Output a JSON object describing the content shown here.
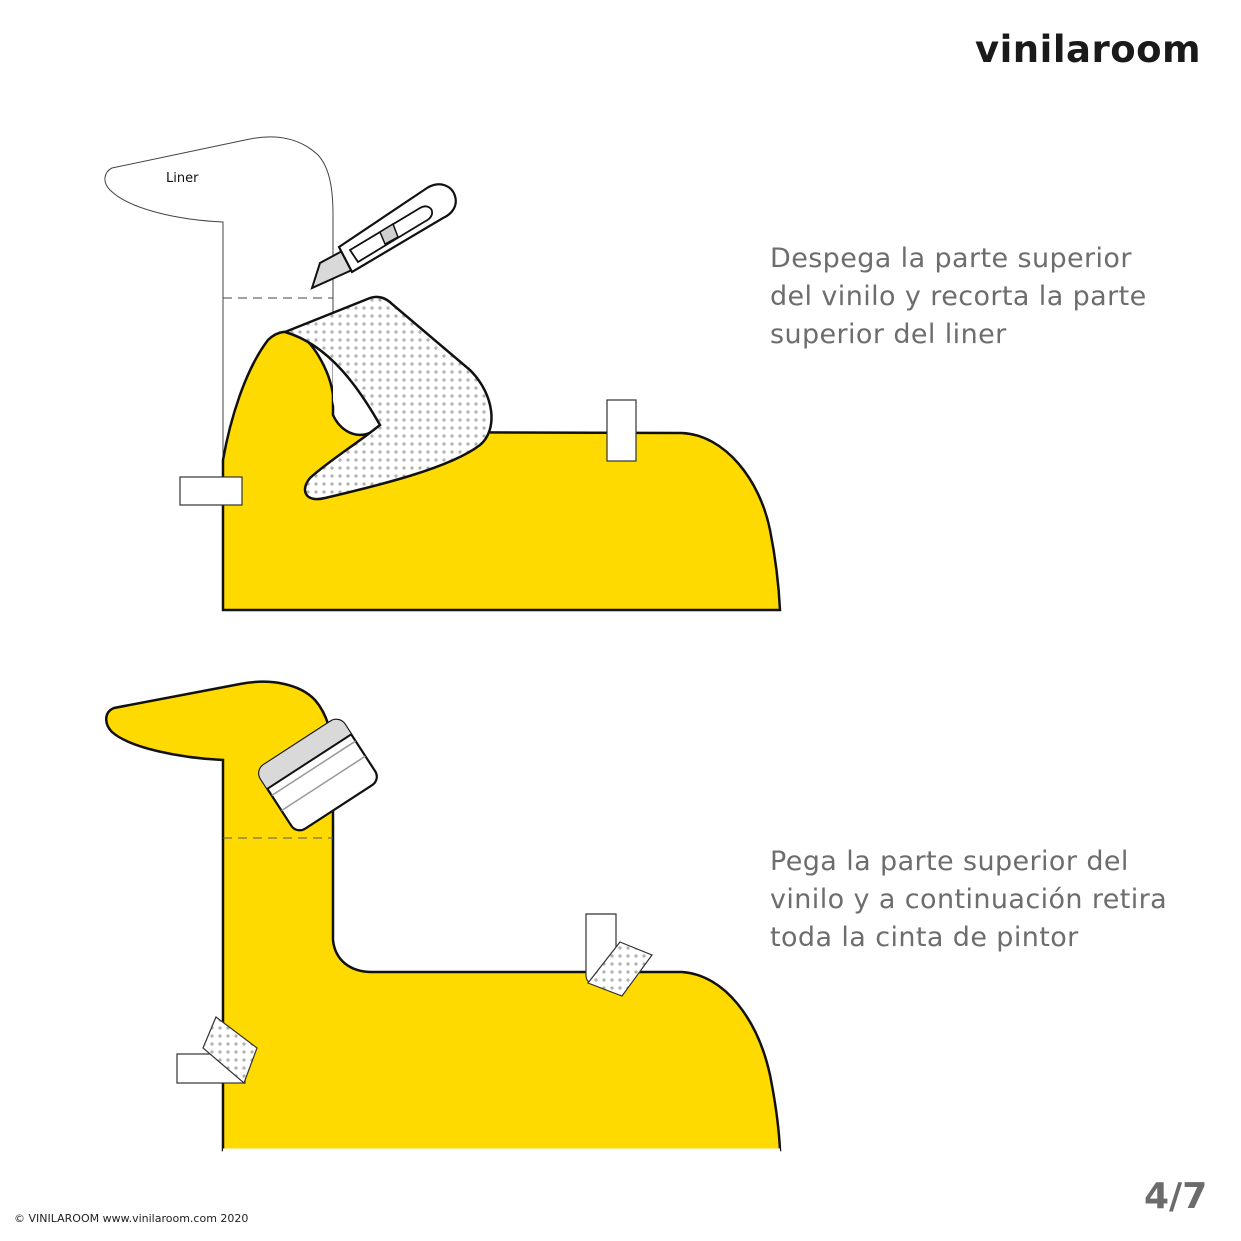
{
  "header": {
    "brand": "vinilaroom"
  },
  "steps": [
    {
      "id": "step-1",
      "text": "Despega la parte superior\ndel vinilo y recorta la parte\nsuperior del liner",
      "illustration_label": "Liner"
    },
    {
      "id": "step-2",
      "text": "Pega la parte superior del\nvinilo y a continuación retira\ntoda la cinta de pintor"
    }
  ],
  "footer": {
    "copyright": "© VINILAROOM www.vinilaroom.com 2020",
    "page": "4/7"
  },
  "colors": {
    "vinyl_yellow": "#FFDA00",
    "text_gray": "#6d6d6d",
    "dots_gray": "#b0b0b0",
    "blade_gray": "#d9d9d9"
  },
  "icons": [
    "cutter-knife-icon",
    "squeegee-icon",
    "painter-tape-icon"
  ]
}
